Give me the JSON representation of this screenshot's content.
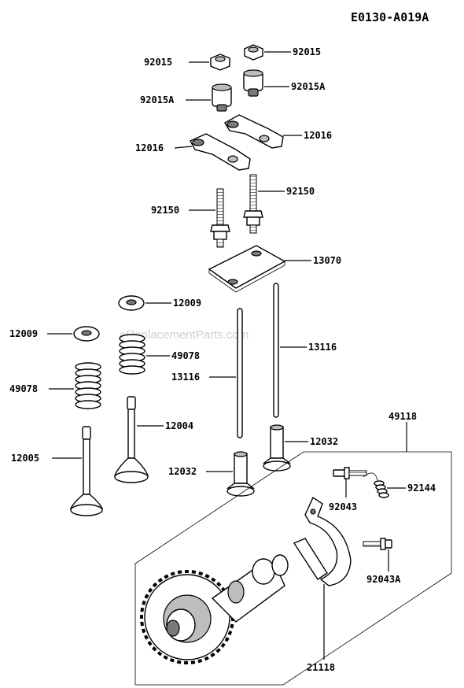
{
  "diagram": {
    "code": "E0130-A019A",
    "watermark": "eReplacementParts.com",
    "labels": {
      "p92015_left": "92015",
      "p92015_right": "92015",
      "p92015A_left": "92015A",
      "p92015A_right": "92015A",
      "p12016_left": "12016",
      "p12016_right": "12016",
      "p92150_left": "92150",
      "p92150_right": "92150",
      "p13070": "13070",
      "p12009_upper": "12009",
      "p12009_left": "12009",
      "p49078_upper": "49078",
      "p49078_left": "49078",
      "p13116_right": "13116",
      "p13116_left": "13116",
      "p12004": "12004",
      "p12005": "12005",
      "p12032_right": "12032",
      "p12032_left": "12032",
      "p49118": "49118",
      "p92144": "92144",
      "p92043": "92043",
      "p92043A": "92043A",
      "p21118": "21118"
    }
  }
}
